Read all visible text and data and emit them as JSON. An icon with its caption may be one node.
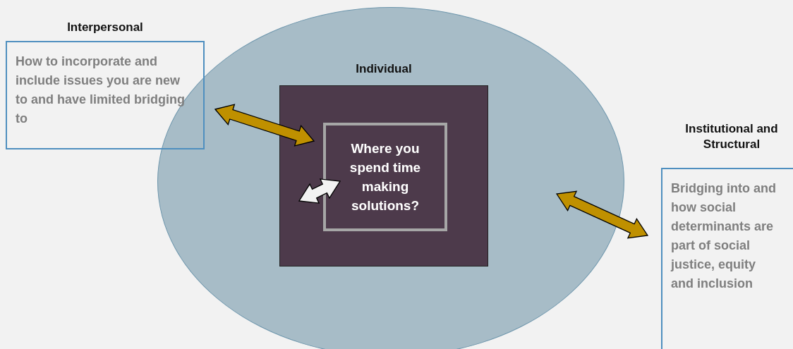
{
  "diagram": {
    "nodes": [
      {
        "text": [],
        "shape": "ellipse"
      },
      {
        "text": [
          "Interpersonal",
          "How to incorporate and include issues you are new to and have limited bridging to"
        ]
      },
      {
        "text": [
          "Individual"
        ],
        "in": 0
      },
      {
        "text": [
          "Where you spend time making solutions?"
        ],
        "in": 2
      },
      {
        "text": [
          "Institutional and Structural",
          "Bridging into and how social determinants are part of social justice, equity and inclusion"
        ]
      }
    ],
    "edges": [
      {
        "from": 1,
        "to": 2,
        "arrow": "both",
        "style": "thick"
      },
      {
        "from": 2,
        "to": 3,
        "arrow": "both",
        "style": "thick",
        "color": "#f2f2f2"
      },
      {
        "from": 0,
        "to": 4,
        "arrow": "both",
        "style": "thick"
      }
    ]
  }
}
